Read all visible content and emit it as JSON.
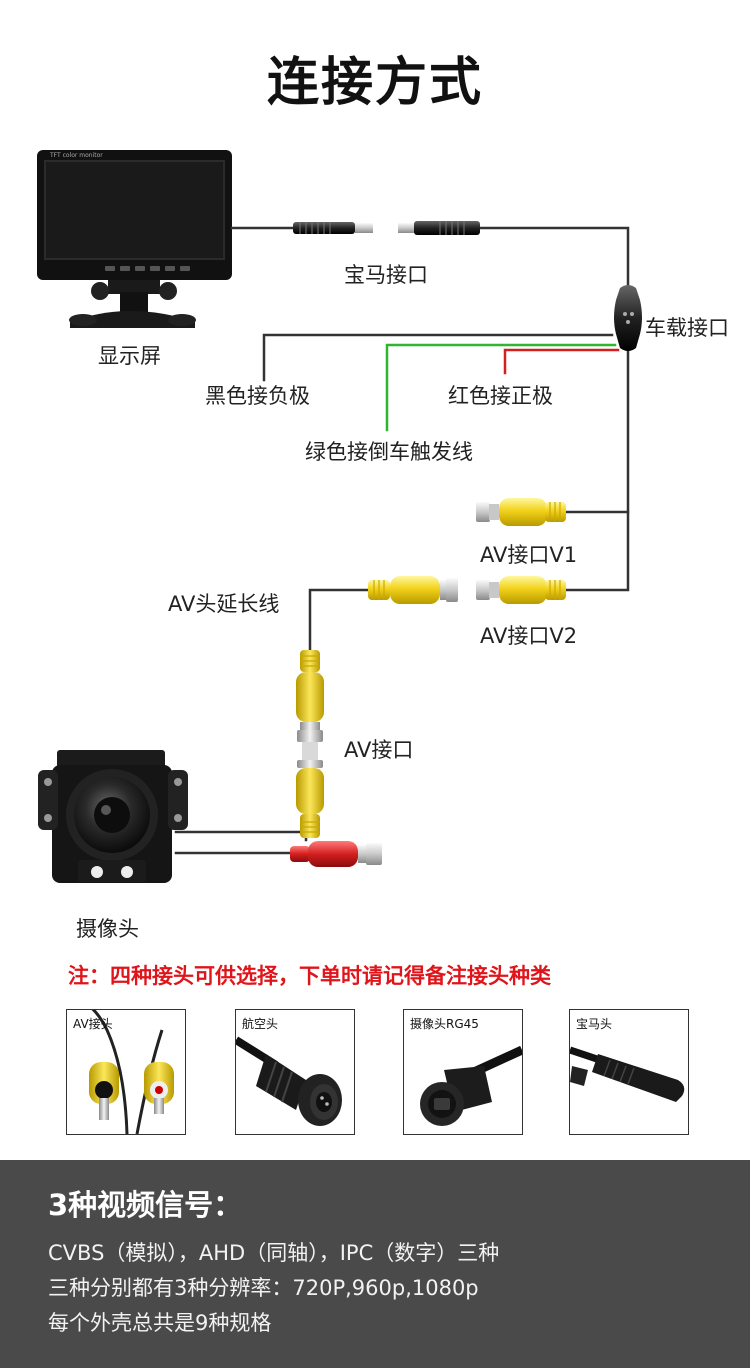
{
  "title": "连接方式",
  "labels": {
    "monitor": "显示屏",
    "monitor_screen": "TFT color monitor",
    "bmw_plug": "宝马接口",
    "vehicle_port": "车载接口",
    "black_wire": "黑色接负极",
    "red_wire": "红色接正极",
    "green_wire": "绿色接倒车触发线",
    "av_v1": "AV接口V1",
    "av_v2": "AV接口V2",
    "av_extension": "AV头延长线",
    "av_joint": "AV接口",
    "camera": "摄像头"
  },
  "note": "注：四种接头可供选择，下单时请记得备注接头种类",
  "connectors": [
    {
      "label": "AV接头",
      "icon": "av-plug-icon"
    },
    {
      "label": "航空头",
      "icon": "aviation-plug-icon"
    },
    {
      "label": "摄像头RG45",
      "icon": "rg45-plug-icon"
    },
    {
      "label": "宝马头",
      "icon": "bmw-plug-icon"
    }
  ],
  "footer": {
    "title": "3种视频信号：",
    "lines": [
      "CVBS（模拟），AHD（同轴），IPC（数字）三种",
      "三种分别都有3种分辨率：720P,960p,1080p",
      "每个外壳总共是9种规格"
    ]
  },
  "colors": {
    "accent_red": "#e0151b",
    "wire_green": "#2fb52f",
    "wire_red": "#d41f1f",
    "wire_black": "#333333",
    "rca_yellow": "#f2d21a",
    "footer_bg": "#4a4a4a"
  }
}
